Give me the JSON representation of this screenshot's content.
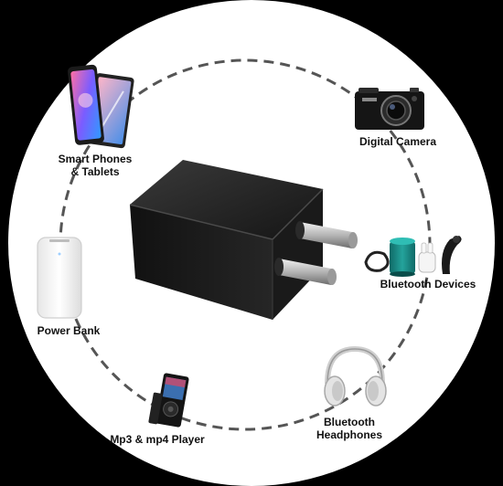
{
  "scene": {
    "center_product": "Black two-pin wall charger adapter",
    "devices": [
      {
        "id": "phones",
        "label_lines": [
          "Smart Phones",
          "& Tablets"
        ]
      },
      {
        "id": "camera",
        "label_lines": [
          "Digital Camera"
        ]
      },
      {
        "id": "bt_devices",
        "label_lines": [
          "Bluetooth Devices"
        ]
      },
      {
        "id": "bt_headphones",
        "label_lines": [
          "Bluetooth",
          "Headphones"
        ]
      },
      {
        "id": "mp3",
        "label_lines": [
          "Mp3 & mp4 Player"
        ]
      },
      {
        "id": "power_bank",
        "label_lines": [
          "Power Bank"
        ]
      }
    ]
  },
  "colors": {
    "background_outer": "#000000",
    "circle_fill": "#ffffff",
    "dash_ring": "#555555",
    "adapter_body": "#1e1e1e",
    "pins": "#c8c8c8",
    "speaker_teal": "#1a8a85",
    "label_text": "#111111"
  }
}
